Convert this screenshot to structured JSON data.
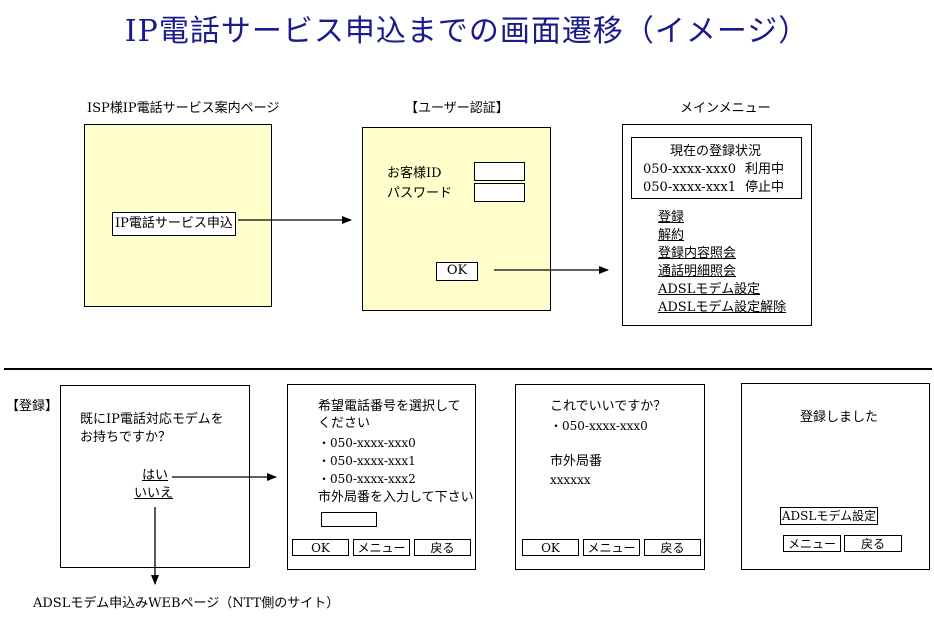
{
  "title": "IP電話サービス申込までの画面遷移（イメージ）",
  "top": {
    "isp_caption": "ISP様IP電話サービス案内ページ",
    "isp_button": "IP電話サービス申込",
    "auth_caption": "【ユーザー認証】",
    "auth_customer_id": "お客様ID",
    "auth_password": "パスワード",
    "auth_ok": "OK",
    "menu_caption": "メインメニュー",
    "status_title": "現在の登録状況",
    "status_rows": [
      {
        "number": "050-xxxx-xxx0",
        "state": "利用中"
      },
      {
        "number": "050-xxxx-xxx1",
        "state": "停止中"
      }
    ],
    "menu_items": [
      "登録",
      "解約",
      "登録内容照会",
      "通話明細照会",
      "ADSLモデム設定",
      "ADSLモデム設定解除"
    ]
  },
  "bottom": {
    "section_label": "【登録】",
    "modem_question_1": "既にIP電話対応モデムを",
    "modem_question_2": "お持ちですか？",
    "yes": "はい",
    "no": "いいえ",
    "select_title_1": "希望電話番号を選択して",
    "select_title_2": "ください",
    "select_options": [
      "・050-xxxx-xxx0",
      "・050-xxxx-xxx1",
      "・050-xxxx-xxx2"
    ],
    "select_prompt": "市外局番を入力して下さい",
    "confirm_title": "これでいいですか？",
    "confirm_number": "・050-xxxx-xxx0",
    "confirm_area_label": "市外局番",
    "confirm_area_value": "xxxxxx",
    "done_message": "登録しました",
    "adsl_setting_button": "ADSLモデム設定",
    "btn_ok": "OK",
    "btn_menu": "メニュー",
    "btn_back": "戻る",
    "external_link": "ADSLモデム申込みWEBページ（NTT側のサイト）"
  }
}
